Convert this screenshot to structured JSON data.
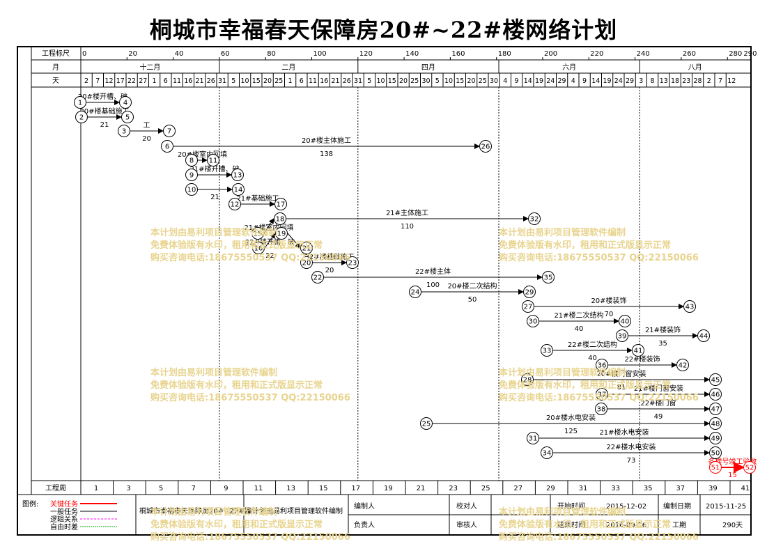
{
  "title": "桐城市幸福春天保障房20#~22#楼网络计划",
  "header": {
    "scale_label": "工程标尺",
    "month_label": "月",
    "day_label": "天",
    "week_label": "工程周"
  },
  "scale_ticks": [
    "0",
    "20",
    "40",
    "60",
    "80",
    "100",
    "120",
    "140",
    "160",
    "180",
    "200",
    "220",
    "240",
    "260",
    "280",
    "290"
  ],
  "months": [
    "十二月",
    "二月",
    "四月",
    "六月",
    "八月"
  ],
  "days": [
    "2",
    "7",
    "12",
    "17",
    "22",
    "27",
    "1",
    "6",
    "11",
    "16",
    "21",
    "26",
    "31",
    "5",
    "10",
    "15",
    "20",
    "25",
    "1",
    "6",
    "11",
    "16",
    "21",
    "26",
    "31",
    "5",
    "10",
    "15",
    "20",
    "25",
    "30",
    "5",
    "10",
    "15",
    "20",
    "25",
    "30",
    "4",
    "9",
    "14",
    "19",
    "24",
    "29",
    "4",
    "9",
    "14",
    "19",
    "24",
    "29",
    "3",
    "8",
    "13",
    "18",
    "23",
    "28",
    "2",
    "7",
    "12"
  ],
  "weeks": [
    "1",
    "3",
    "5",
    "7",
    "9",
    "11",
    "13",
    "15",
    "17",
    "19",
    "21",
    "23",
    "25",
    "27",
    "29",
    "31",
    "33",
    "35",
    "37",
    "39",
    "41"
  ],
  "tasks": [
    {
      "from": "1",
      "to": "4",
      "label": "20#楼开槽、破",
      "duration": ""
    },
    {
      "from": "2",
      "to": "5",
      "label": "20#楼基础施工",
      "duration": "21"
    },
    {
      "from": "3",
      "to": "7",
      "label": "工",
      "duration": "20"
    },
    {
      "from": "6",
      "to": "26",
      "label": "20#楼主体施工",
      "duration": "138"
    },
    {
      "from": "8",
      "to": "11",
      "label": "20#楼室内回填",
      "duration": ""
    },
    {
      "from": "9",
      "to": "13",
      "label": "21#楼开槽、破",
      "duration": ""
    },
    {
      "from": "10",
      "to": "14",
      "label": "",
      "duration": "21"
    },
    {
      "from": "12",
      "to": "17",
      "label": "21#基础施工",
      "duration": ""
    },
    {
      "from": "15",
      "to": "18",
      "label": "21#楼室内回填",
      "duration": ""
    },
    {
      "from": "18",
      "to": "32",
      "label": "21#主体施工",
      "duration": "110"
    },
    {
      "from": "16",
      "to": "19",
      "label": "22#楼开槽、破",
      "duration": "22"
    },
    {
      "from": "19",
      "to": "21",
      "label": "",
      "duration": ""
    },
    {
      "from": "20",
      "to": "23",
      "label": "22#楼基础施工",
      "duration": "20"
    },
    {
      "from": "22",
      "to": "35",
      "label": "22#楼主体",
      "duration": "100"
    },
    {
      "from": "24",
      "to": "29",
      "label": "20#楼二次结构",
      "duration": "50"
    },
    {
      "from": "27",
      "to": "43",
      "label": "20#楼装饰",
      "duration": "70"
    },
    {
      "from": "30",
      "to": "40",
      "label": "21#楼二次结构",
      "duration": "40"
    },
    {
      "from": "39",
      "to": "44",
      "label": "21#楼装饰",
      "duration": "35"
    },
    {
      "from": "33",
      "to": "41",
      "label": "22#楼二次结构",
      "duration": "40"
    },
    {
      "from": "36",
      "to": "42",
      "label": "22#楼装饰",
      "duration": ""
    },
    {
      "from": "28",
      "to": "45",
      "label": "20#楼门窗安装",
      "duration": "81"
    },
    {
      "from": "37",
      "to": "46",
      "label": "21#楼门窗安装",
      "duration": ""
    },
    {
      "from": "38",
      "to": "47",
      "label": "22#楼门窗",
      "duration": "49"
    },
    {
      "from": "25",
      "to": "48",
      "label": "20#楼水电安装",
      "duration": "125"
    },
    {
      "from": "31",
      "to": "49",
      "label": "21#楼水电安装",
      "duration": ""
    },
    {
      "from": "34",
      "to": "50",
      "label": "22#楼水电安装",
      "duration": "73"
    },
    {
      "from": "51",
      "to": "52",
      "label": "各楼号竣工验收",
      "duration": "15"
    }
  ],
  "watermark": {
    "line1": "本计划由易利项目管理软件编制",
    "line2": "免费体验版有水印，租用和正式版显示正常",
    "line3": "购买咨询电话:18675550537 QQ:22150066"
  },
  "legend": {
    "title": "图例:",
    "critical": "关键任务",
    "normal": "一般任务",
    "logic": "逻辑关系",
    "free_float": "自由时差",
    "critical_color": "#ff0000",
    "normal_color": "#000000",
    "logic_color": "#ff00ff",
    "float_color": "#00aa00"
  },
  "footer": {
    "project": "桐城市幸福春天保障房20#~22#楼",
    "software": "本计划由易利项目管理软件编制",
    "editor_label": "编制人",
    "checker_label": "校对人",
    "start_label": "开始时间",
    "start_value": "2015-12-02",
    "date_label": "编制日期",
    "date_value": "2015-11-25",
    "owner_label": "负责人",
    "reviewer_label": "审核人",
    "end_label": "结束时间",
    "end_value": "2016-09-16",
    "period_label": "工期",
    "period_value": "290天"
  }
}
